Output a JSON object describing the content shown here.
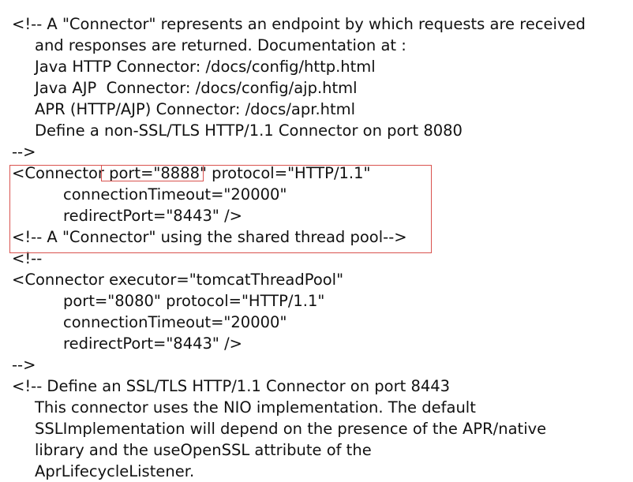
{
  "document": {
    "lines": [
      "<!-- A \"Connector\" represents an endpoint by which requests are received",
      "and responses are returned. Documentation at :",
      "Java HTTP Connector: /docs/config/http.html",
      "Java AJP  Connector: /docs/config/ajp.html",
      "APR (HTTP/AJP) Connector: /docs/apr.html",
      "Define a non-SSL/TLS HTTP/1.1 Connector on port 8080",
      "-->",
      "<Connector port=\"8888\" protocol=\"HTTP/1.1\"",
      "connectionTimeout=\"20000\"",
      "redirectPort=\"8443\" />",
      "<!-- A \"Connector\" using the shared thread pool-->",
      "<!--",
      "<Connector executor=\"tomcatThreadPool\"",
      "port=\"8080\" protocol=\"HTTP/1.1\"",
      "connectionTimeout=\"20000\"",
      "redirectPort=\"8443\" />",
      "-->",
      "<!-- Define an SSL/TLS HTTP/1.1 Connector on port 8443",
      "This connector uses the NIO implementation. The default",
      "SSLImplementation will depend on the presence of the APR/native",
      "library and the useOpenSSL attribute of the",
      "AprLifecycleListener."
    ]
  },
  "highlights": {
    "outer_color": "#d9534f",
    "inner_color": "#d9534f"
  }
}
